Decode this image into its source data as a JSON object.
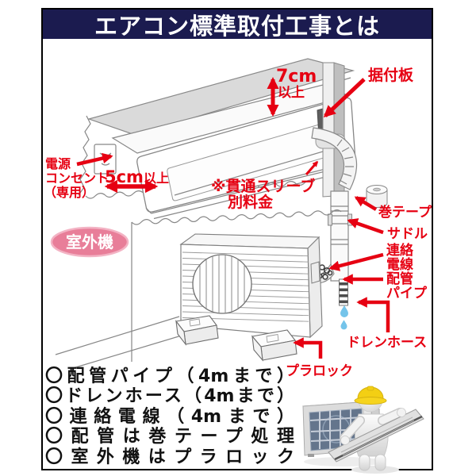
{
  "title": "エアコン標準取付工事とは",
  "badge": {
    "outdoor_unit": "室外機"
  },
  "labels": {
    "clearance_top_value": "7cm",
    "clearance_top_suffix": "以上",
    "mounting_plate": "据付板",
    "power_line1": "電源",
    "power_line2": "コンセント",
    "power_line3": "（専用）",
    "clearance_side_value": "5cm",
    "clearance_side_suffix": "以上",
    "sleeve_line1": "※貫通スリーブ",
    "sleeve_line2": "別料金",
    "tape": "巻テープ",
    "saddle": "サドル",
    "wire_line1": "連絡",
    "wire_line2": "電線",
    "pipe_line1": "配管",
    "pipe_line2": "パイプ",
    "drain_hose": "ドレンホース",
    "pla_lock": "プラロック"
  },
  "checklist": {
    "items": [
      "〇配管パイプ（4mまで）",
      "〇ドレンホース（4mまで）",
      "〇連絡電線（4mまで）",
      "〇配管は巻テープ処理",
      "〇室外機はプラロック"
    ]
  },
  "colors": {
    "title_bg": "#1b1b4f",
    "label_red": "#e60012",
    "badge_pink": "#e87e99",
    "drop_blue": "#74c4ea",
    "helmet_yellow": "#f3cf14"
  }
}
